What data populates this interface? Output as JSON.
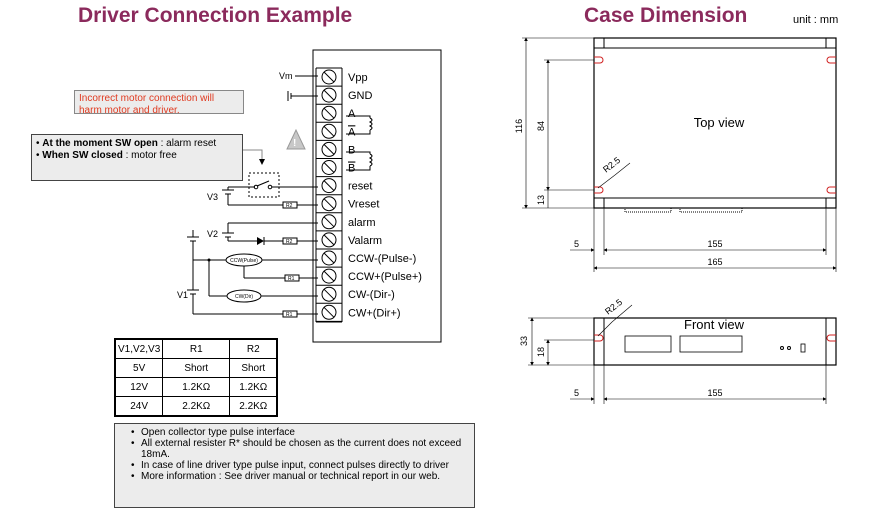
{
  "left": {
    "title": "Driver Connection Example",
    "warning": "Incorrect motor connection will harm motor and driver.",
    "sw_note": {
      "open_bold": "At the moment SW open",
      "open_rest": " : alarm reset",
      "closed_bold": "When SW closed",
      "closed_rest": " : motor free"
    },
    "terminals": [
      "Vpp",
      "GND",
      "A",
      "A",
      "B",
      "B",
      "reset",
      "Vreset",
      "alarm",
      "Valarm",
      "CCW-(Pulse-)",
      "CCW+(Pulse+)",
      "CW-(Dir-)",
      "CW+(Dir+)"
    ],
    "labels": {
      "vm": "Vm",
      "v1": "V1",
      "v2": "V2",
      "v3": "V3",
      "r1": "R1",
      "r2": "R2",
      "ccw_coupler": "CCW(Pulse)",
      "cw_coupler": "CW(Dir)"
    },
    "table": {
      "headers": [
        "V1,V2,V3",
        "R1",
        "R2"
      ],
      "rows": [
        [
          "5V",
          "Short",
          "Short"
        ],
        [
          "12V",
          "1.2KΩ",
          "1.2KΩ"
        ],
        [
          "24V",
          "2.2KΩ",
          "2.2KΩ"
        ]
      ]
    },
    "notes": [
      "Open collector type pulse interface",
      "All external resister R* should be chosen as the current does not exceed 18mA.",
      "In case of line driver type pulse input, connect pulses directly to driver",
      "More information : See driver manual or technical report in our web."
    ]
  },
  "right": {
    "title": "Case Dimension",
    "unit": "unit : mm",
    "top_view": "Top view",
    "front_view": "Front view",
    "dims": {
      "height_total": "116",
      "height_inner": "84",
      "height_small": "13",
      "hole": "R2.5",
      "left_offset": "5",
      "inner_width": "155",
      "total_width": "165",
      "front_height": "33",
      "front_inner": "18",
      "front_offset": "5",
      "front_width": "155",
      "front_hole": "R2.5"
    }
  }
}
